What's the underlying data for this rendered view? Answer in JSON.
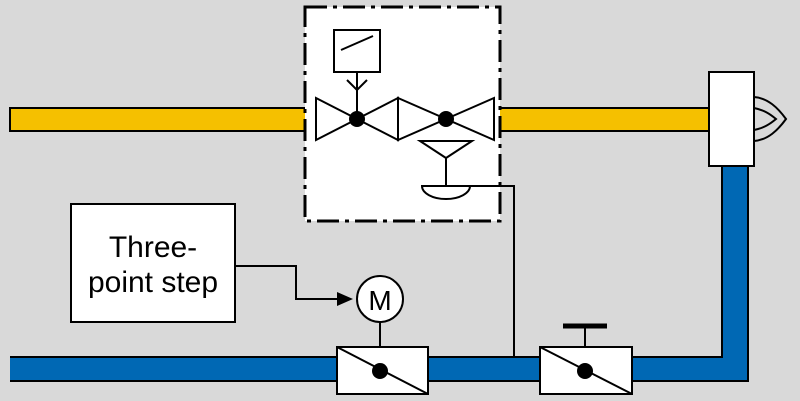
{
  "colors": {
    "background": "#d9d9d9",
    "gas_line": "#f5c000",
    "water_line": "#0068b4",
    "stroke": "#000000",
    "box_fill": "#ffffff"
  },
  "control_box": {
    "line1": "Three-",
    "line2": "point step"
  },
  "motor_label": "M",
  "icons": [
    "solenoid-icon",
    "valve-icon",
    "motor-icon",
    "mixing-valve-icon",
    "gate-valve-icon",
    "pressure-diaphragm-icon",
    "burner-icon"
  ]
}
